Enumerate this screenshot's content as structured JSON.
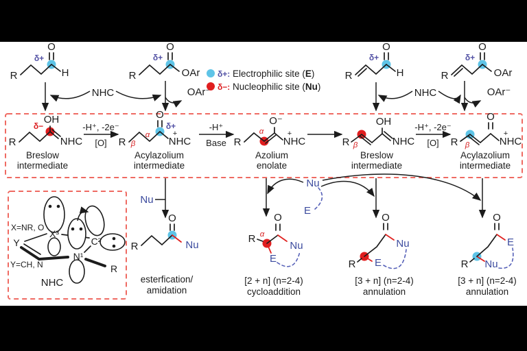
{
  "figure": {
    "legend": {
      "electrophilic": {
        "symbol": "δ+:",
        "pre": " Electrophilic site (",
        "bold": "E",
        "post": ")"
      },
      "nucleophilic": {
        "symbol": "δ−:",
        "pre": " Nucleophilic site (",
        "bold": "Nu",
        "post": ")"
      }
    },
    "atoms": {
      "r": "R",
      "o": "O",
      "h": "H",
      "oh": "OH",
      "oar": "OAr",
      "oar_minus": "OAr⁻",
      "o_minus": "O⁻",
      "nhc": "NHC",
      "plus": "+",
      "nu": "Nu",
      "e": "E",
      "alpha": "α",
      "beta": "β",
      "delta_plus": "δ+",
      "delta_minus": "δ−"
    },
    "conditions": {
      "oxidation_top": "-H⁺, -2e⁻",
      "oxidation_bottom": "[O]",
      "base_top": "-H⁺",
      "base_bottom": "Base"
    },
    "captions": {
      "breslow_line1": "Breslow",
      "breslow_line2": "intermediate",
      "acylazolium_line1": "Acylazolium",
      "acylazolium_line2": "intermediate",
      "enolate_line1": "Azolium",
      "enolate_line2": "enolate",
      "product1_line1": "esterfication/",
      "product1_line2": "amidation",
      "product2_line1": "[2 + n] (n=2-4)",
      "product2_line2": "cycloaddition",
      "product3_line1": "[3 + n] (n=2-4)",
      "product3_line2": "annulation",
      "product4_line1": "[3 + n] (n=2-4)",
      "product4_line2": "annulation"
    },
    "nhc_box": {
      "x_definition": "X=NR, O",
      "y_definition": "Y=CH, N",
      "label": "NHC",
      "atom_x": "X³",
      "atom_y": "Y",
      "atom_n": "N¹",
      "atom_c": "C²",
      "atom_r": "R"
    },
    "colors": {
      "electrophilic_site": "#5fc4e7",
      "nucleophilic_site": "#e01e1f",
      "heteroatom_blue": "#3c4b9e",
      "delta_plus": "#5352a5",
      "delta_minus": "#dc1f21",
      "greek_red": "#d62021",
      "dashed_box_red": "#ef6a62",
      "new_bond_red": "#e0211f",
      "dashed_arc_blue": "#5560b8",
      "bond_black": "#1c1c1c"
    }
  }
}
